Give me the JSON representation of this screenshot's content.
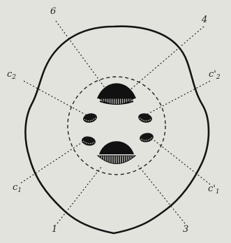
{
  "labels": {
    "top_left": "6",
    "top_right": "4",
    "bottom_left": "1",
    "bottom_right": "3",
    "left_upper": {
      "base": "c",
      "sub": "2"
    },
    "left_lower": {
      "base": "c",
      "sub": "1"
    },
    "right_upper": {
      "base": "c",
      "prime": "'",
      "sub": "2"
    },
    "right_lower": {
      "base": "c",
      "prime": "'",
      "sub": "1"
    }
  },
  "colors": {
    "background": "#e3e3de",
    "ink": "#1f1f1f"
  }
}
